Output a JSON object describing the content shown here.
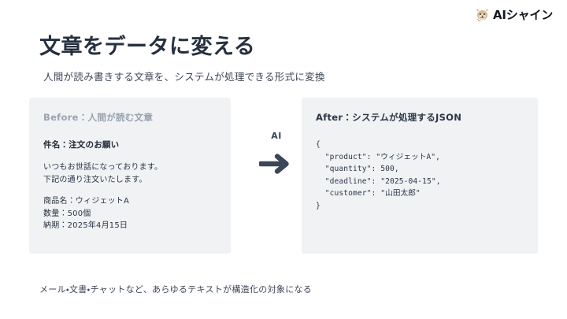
{
  "brand": {
    "mascot_icon": "dog-mascot-icon",
    "name": "AIシャイン"
  },
  "header": {
    "title": "文章をデータに変える",
    "subtitle": "人間が読み書きする文章を、システムが処理できる形式に変換"
  },
  "before_card": {
    "label": "Before：人間が読む文章",
    "subject": "件名：注文のお願い",
    "body": "いつもお世話になっております。\n下記の通り注文いたします。",
    "details": "商品名：ウィジェットA\n数量：500個\n納期：2025年4月15日"
  },
  "transform": {
    "label": "AI",
    "arrow_icon": "arrow-right-icon"
  },
  "after_card": {
    "label": "After：システムが処理するJSON",
    "json": "{\n  \"product\": \"ウィジェットA\",\n  \"quantity\": 500,\n  \"deadline\": \"2025-04-15\",\n  \"customer\": \"山田太郎\"\n}"
  },
  "footer": {
    "note": "メール・文書・チャットなど、あらゆるテキストが構造化の対象になる"
  },
  "colors": {
    "page_background": "#ffffff",
    "card_background": "#f1f2f4",
    "title_text": "#26303f",
    "body_text": "#2b3647",
    "muted_label": "#9aa3b0",
    "arrow": "#3b4659"
  }
}
